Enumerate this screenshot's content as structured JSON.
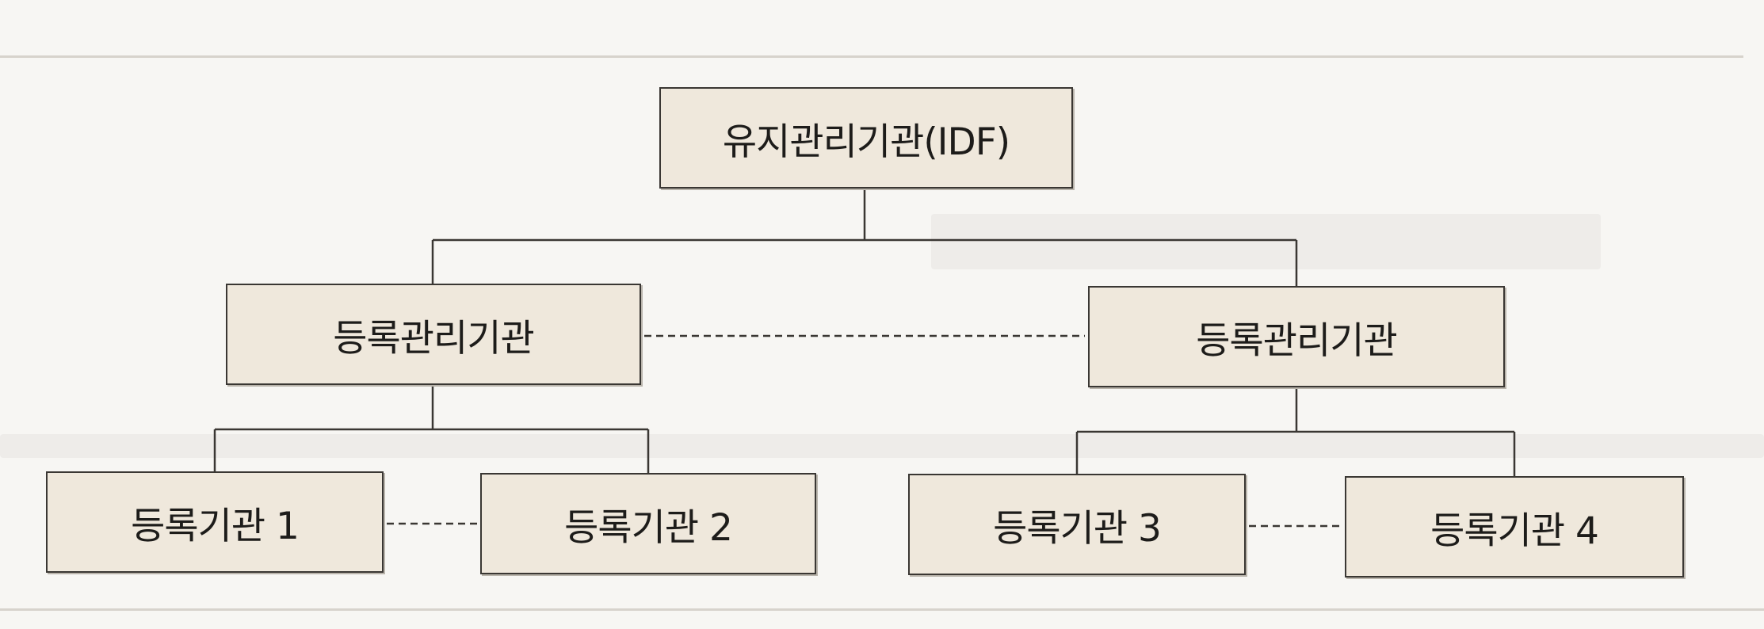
{
  "diagram": {
    "root": {
      "label": "유지관리기관(IDF)"
    },
    "registry_left": {
      "label": "등록관리기관"
    },
    "registry_right": {
      "label": "등록관리기관"
    },
    "agency_1": {
      "label": "등록기관 1"
    },
    "agency_2": {
      "label": "등록기관 2"
    },
    "agency_3": {
      "label": "등록기관 3"
    },
    "agency_4": {
      "label": "등록기관 4"
    }
  },
  "colors": {
    "box_fill": "#efe8dc",
    "box_border": "#3a3733",
    "line": "#3a3733",
    "background": "#f7f6f3"
  }
}
